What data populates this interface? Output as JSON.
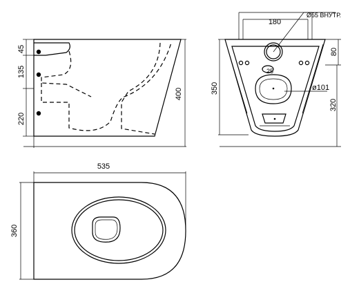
{
  "drawing": {
    "side_view": {
      "dim_top": "45",
      "dim_middle": "135",
      "dim_bottom": "220",
      "dim_height": "400"
    },
    "front_view": {
      "dim_width": "180",
      "dim_pipe": "Ø55 ВНУТР.",
      "dim_depth": "80",
      "dim_total": "350",
      "dim_inner": "320",
      "dim_small": "25",
      "dim_outlet": "ø101"
    },
    "top_view": {
      "dim_length": "535",
      "dim_width": "360"
    }
  }
}
